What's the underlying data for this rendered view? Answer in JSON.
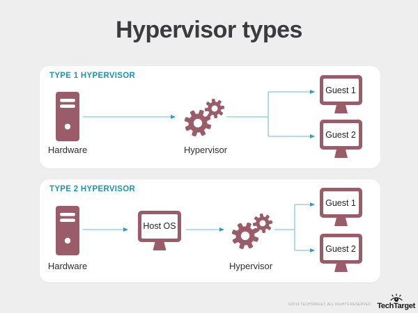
{
  "title": "Hypervisor types",
  "panels": [
    {
      "heading": "TYPE 1 HYPERVISOR",
      "hardware_label": "Hardware",
      "hypervisor_label": "Hypervisor",
      "guest1_label": "Guest 1",
      "guest2_label": "Guest 2"
    },
    {
      "heading": "TYPE 2 HYPERVISOR",
      "hardware_label": "Hardware",
      "host_os_label": "Host OS",
      "hypervisor_label": "Hypervisor",
      "guest1_label": "Guest 1",
      "guest2_label": "Guest 2"
    }
  ],
  "footer": {
    "copyright": "©2016 TECHTARGET, ALL RIGHTS RESERVED",
    "logo_text": "TechTarget"
  },
  "colors": {
    "background": "#efeeee",
    "panel": "#ffffff",
    "accent_mauve": "#9a5c68",
    "heading_teal": "#1a96b4",
    "connector_blue": "#9bd2e6",
    "arrowhead_blue": "#2a9fc8",
    "title_text": "#3b3a3e",
    "label_text": "#2d2d2f"
  }
}
